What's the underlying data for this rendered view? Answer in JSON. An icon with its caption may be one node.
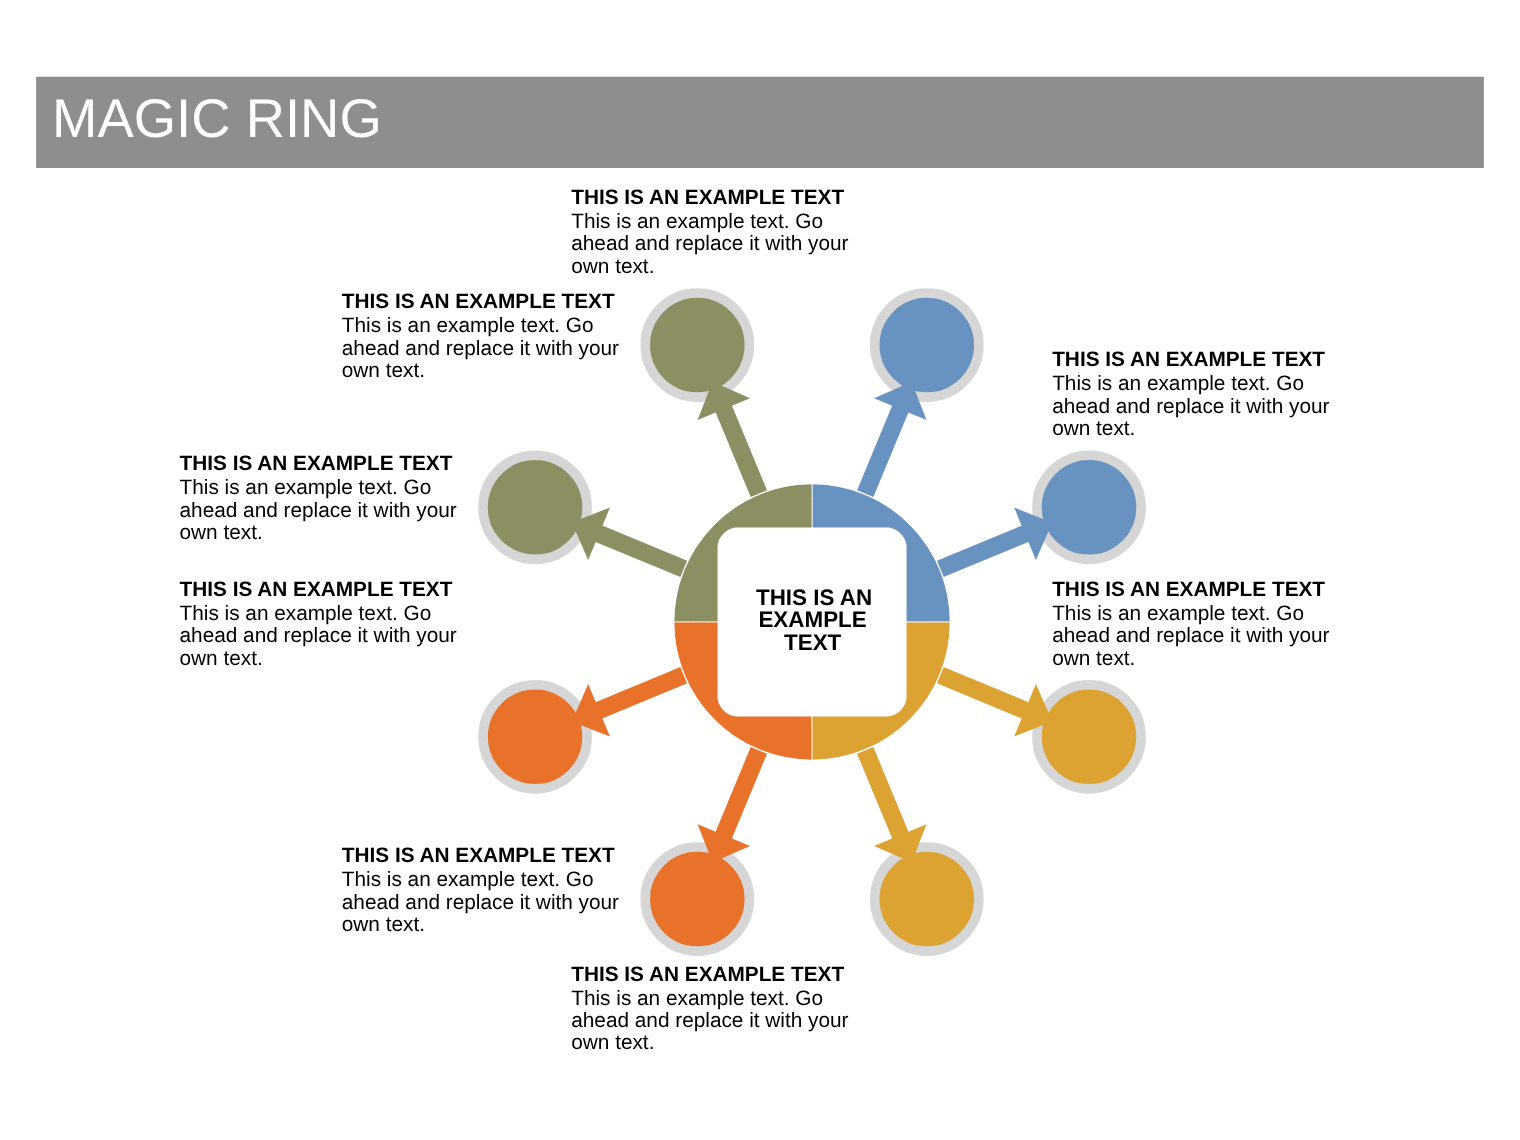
{
  "diagram": {
    "title": "MAGIC RING",
    "nodes": [
      {
        "text": [
          "THIS IS AN EXAMPLE TEXT"
        ]
      },
      {
        "text": [],
        "shape": "circle",
        "beside": [
          "THIS IS AN EXAMPLE TEXT",
          "This is an example text. Go ahead and replace it with your own text."
        ]
      },
      {
        "text": [],
        "shape": "circle",
        "beside": [
          "THIS IS AN EXAMPLE TEXT",
          "This is an example text. Go ahead and replace it with your own text."
        ]
      },
      {
        "text": [],
        "shape": "circle",
        "beside": [
          "THIS IS AN EXAMPLE TEXT",
          "This is an example text. Go ahead and replace it with your own text."
        ]
      },
      {
        "text": [],
        "shape": "circle",
        "beside": [
          "THIS IS AN EXAMPLE TEXT",
          "This is an example text. Go ahead and replace it with your own text."
        ]
      },
      {
        "text": [],
        "shape": "circle",
        "beside": [
          "THIS IS AN EXAMPLE TEXT",
          "This is an example text. Go ahead and replace it with your own text."
        ]
      },
      {
        "text": [],
        "shape": "circle",
        "beside": [
          "THIS IS AN EXAMPLE TEXT",
          "This is an example text. Go ahead and replace it with your own text."
        ]
      },
      {
        "text": [],
        "shape": "circle",
        "beside": [
          "THIS IS AN EXAMPLE TEXT",
          "This is an example text. Go ahead and replace it with your own text."
        ]
      },
      {
        "text": [],
        "shape": "circle",
        "beside": [
          "THIS IS AN EXAMPLE TEXT",
          "This is an example text. Go ahead and replace it with your own text."
        ]
      }
    ],
    "edges": [
      {
        "from": 0,
        "to": 1,
        "arrow": "to",
        "color": "#6892c0"
      },
      {
        "from": 0,
        "to": 2,
        "arrow": "to",
        "color": "#6892c0"
      },
      {
        "from": 0,
        "to": 3,
        "arrow": "to",
        "color": "#8b8f62"
      },
      {
        "from": 0,
        "to": 4,
        "arrow": "to",
        "color": "#8b8f62"
      },
      {
        "from": 0,
        "to": 5,
        "arrow": "to",
        "color": "#e8722a"
      },
      {
        "from": 0,
        "to": 6,
        "arrow": "to",
        "color": "#e8722a"
      },
      {
        "from": 0,
        "to": 7,
        "arrow": "to",
        "color": "#dca232"
      },
      {
        "from": 0,
        "to": 8,
        "arrow": "to",
        "color": "#dca232"
      }
    ]
  }
}
